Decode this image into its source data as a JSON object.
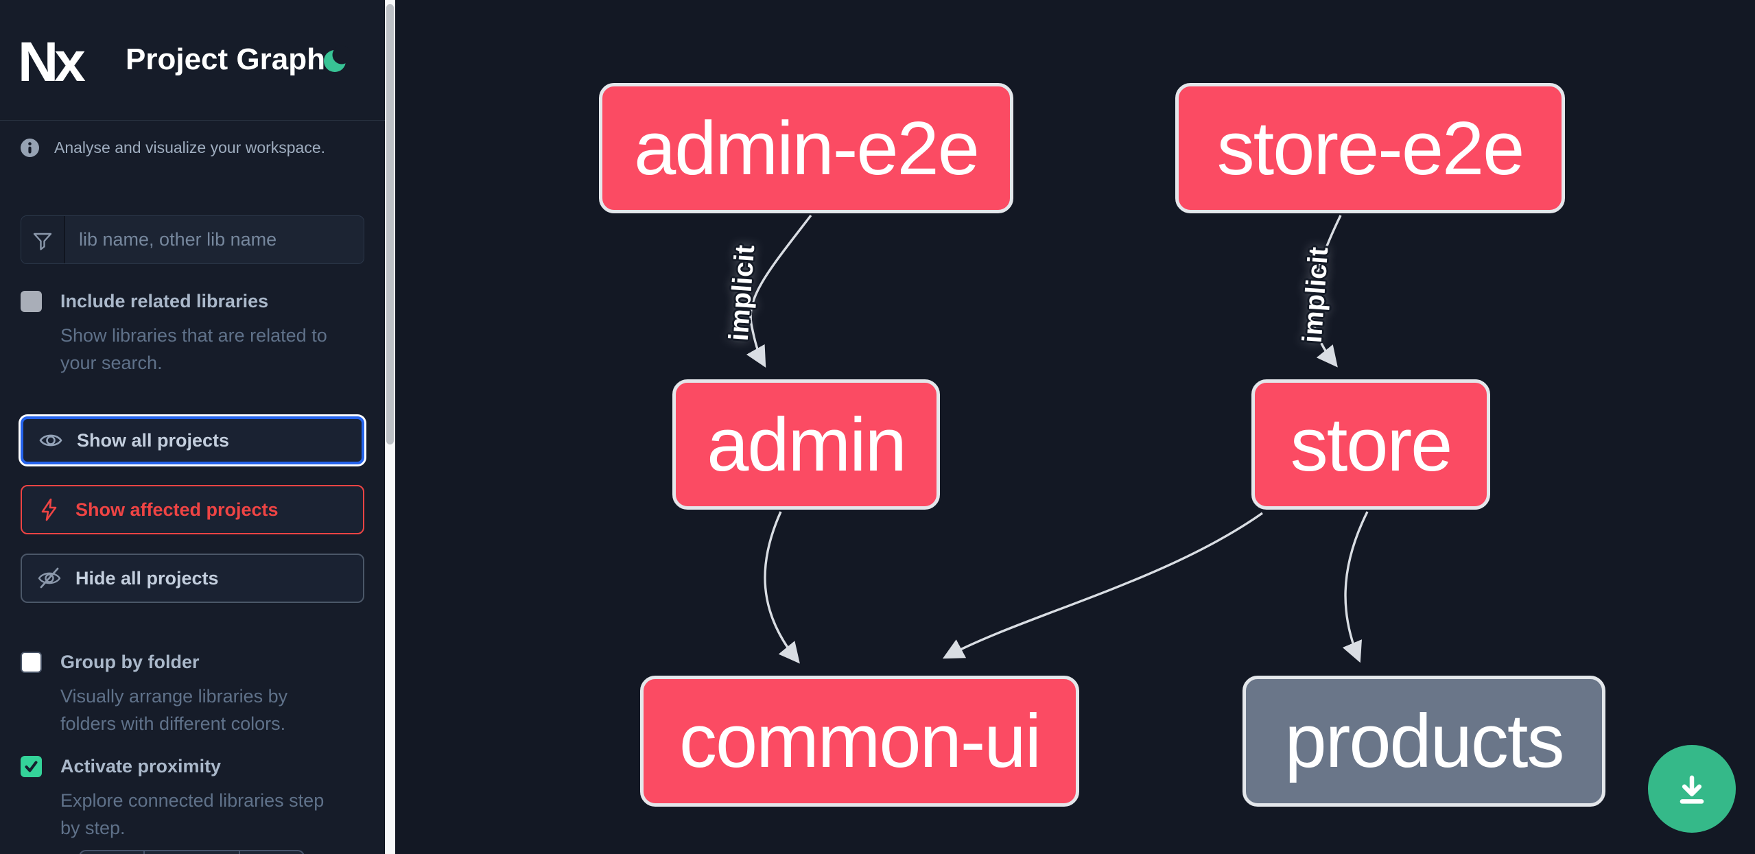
{
  "app": {
    "logo_text": "Nx",
    "title": "Project Graph"
  },
  "sidebar": {
    "tagline": "Analyse and visualize your workspace.",
    "search": {
      "placeholder": "lib name, other lib name"
    },
    "options": [
      {
        "label": "Include related libraries",
        "description": "Show libraries that are related to your search.",
        "checked": false
      },
      {
        "label": "Group by folder",
        "description": "Visually arrange libraries by folders with different colors.",
        "checked": false
      },
      {
        "label": "Activate proximity",
        "description": "Explore connected libraries step by step.",
        "checked": true
      }
    ],
    "actions": [
      {
        "label": "Show all projects",
        "icon": "eye-icon",
        "state": "focused"
      },
      {
        "label": "Show affected projects",
        "icon": "bolt-icon",
        "state": "affected"
      },
      {
        "label": "Hide all projects",
        "icon": "eye-off-icon",
        "state": "default"
      }
    ]
  },
  "graph": {
    "nodes": [
      {
        "id": "admin-e2e",
        "label": "admin-e2e",
        "color": "#fb4b63"
      },
      {
        "id": "store-e2e",
        "label": "store-e2e",
        "color": "#fb4b63"
      },
      {
        "id": "admin",
        "label": "admin",
        "color": "#fb4b63"
      },
      {
        "id": "store",
        "label": "store",
        "color": "#fb4b63"
      },
      {
        "id": "common-ui",
        "label": "common-ui",
        "color": "#fb4b63"
      },
      {
        "id": "products",
        "label": "products",
        "color": "#6a7689"
      }
    ],
    "edges": [
      {
        "from": "admin-e2e",
        "to": "admin",
        "label": "implicit"
      },
      {
        "from": "store-e2e",
        "to": "store",
        "label": "implicit"
      },
      {
        "from": "admin",
        "to": "common-ui",
        "label": ""
      },
      {
        "from": "store",
        "to": "common-ui",
        "label": ""
      },
      {
        "from": "store",
        "to": "products",
        "label": ""
      }
    ]
  },
  "colors": {
    "node_default": "#fb4b63",
    "node_muted": "#6a7689",
    "node_border": "#e4e7eb",
    "edge": "#d9dde3",
    "accent_green": "#35b989",
    "accent_blue": "#2563eb",
    "accent_red": "#ee4444",
    "background": "#131824",
    "sidebar_background": "#161c29"
  }
}
